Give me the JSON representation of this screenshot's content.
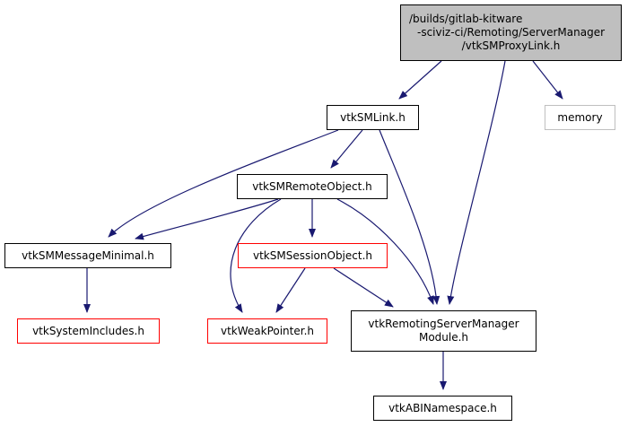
{
  "diagram": {
    "type": "include-dependency-graph",
    "edge_color": "#191970",
    "nodes": [
      {
        "id": "root",
        "label_lines": [
          "/builds/gitlab-kitware",
          "-sciviz-ci/Remoting/ServerManager",
          "/vtkSMProxyLink.h"
        ],
        "style": "root",
        "fill": "#bfbfbf",
        "border": "#000000"
      },
      {
        "id": "memory",
        "label_lines": [
          "memory"
        ],
        "style": "ext",
        "border": "#bfbfbf"
      },
      {
        "id": "smlink",
        "label_lines": [
          "vtkSMLink.h"
        ],
        "style": "normal",
        "border": "#000000"
      },
      {
        "id": "remoteobject",
        "label_lines": [
          "vtkSMRemoteObject.h"
        ],
        "style": "normal",
        "border": "#000000"
      },
      {
        "id": "messageminimal",
        "label_lines": [
          "vtkSMMessageMinimal.h"
        ],
        "style": "normal",
        "border": "#000000"
      },
      {
        "id": "sessionobject",
        "label_lines": [
          "vtkSMSessionObject.h"
        ],
        "style": "red",
        "border": "#ff0000"
      },
      {
        "id": "systemincludes",
        "label_lines": [
          "vtkSystemIncludes.h"
        ],
        "style": "red",
        "border": "#ff0000"
      },
      {
        "id": "weakpointer",
        "label_lines": [
          "vtkWeakPointer.h"
        ],
        "style": "red",
        "border": "#ff0000"
      },
      {
        "id": "module",
        "label_lines": [
          "vtkRemotingServerManager",
          "Module.h"
        ],
        "style": "normal",
        "border": "#000000"
      },
      {
        "id": "abinamespace",
        "label_lines": [
          "vtkABINamespace.h"
        ],
        "style": "normal",
        "border": "#000000"
      }
    ],
    "edges": [
      {
        "from": "root",
        "to": "smlink"
      },
      {
        "from": "root",
        "to": "module"
      },
      {
        "from": "root",
        "to": "memory"
      },
      {
        "from": "smlink",
        "to": "messageminimal"
      },
      {
        "from": "smlink",
        "to": "remoteobject"
      },
      {
        "from": "smlink",
        "to": "module"
      },
      {
        "from": "remoteobject",
        "to": "messageminimal"
      },
      {
        "from": "remoteobject",
        "to": "weakpointer"
      },
      {
        "from": "remoteobject",
        "to": "sessionobject"
      },
      {
        "from": "remoteobject",
        "to": "module"
      },
      {
        "from": "messageminimal",
        "to": "systemincludes"
      },
      {
        "from": "sessionobject",
        "to": "weakpointer"
      },
      {
        "from": "sessionobject",
        "to": "module"
      },
      {
        "from": "module",
        "to": "abinamespace"
      }
    ]
  }
}
